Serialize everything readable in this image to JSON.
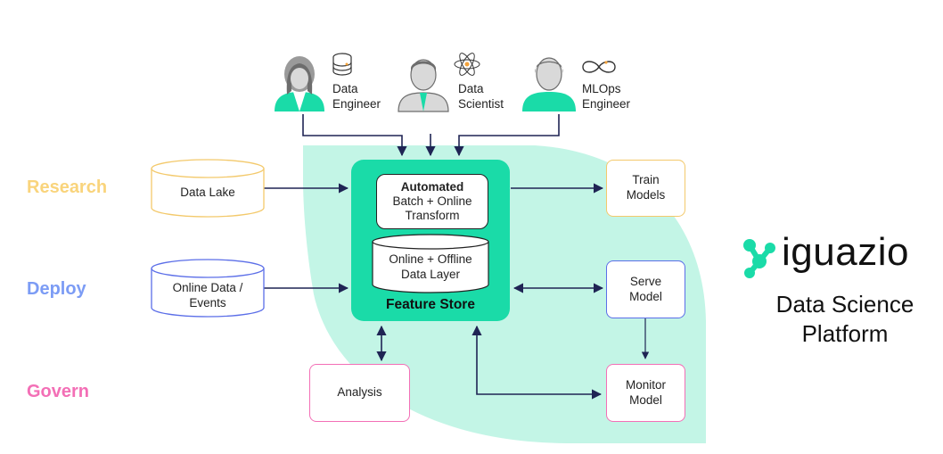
{
  "stages": {
    "research": {
      "label": "Research",
      "color": "#f9d47c"
    },
    "deploy": {
      "label": "Deploy",
      "color": "#7c9cf5"
    },
    "govern": {
      "label": "Govern",
      "color": "#f36fb6"
    }
  },
  "personas": [
    {
      "line1": "Data",
      "line2": "Engineer",
      "icon": "database-icon"
    },
    {
      "line1": "Data",
      "line2": "Scientist",
      "icon": "atom-icon"
    },
    {
      "line1": "MLOps",
      "line2": "Engineer",
      "icon": "infinity-loop-icon"
    }
  ],
  "sources": {
    "data_lake": "Data Lake",
    "online_events": "Online Data / Events"
  },
  "feature_store": {
    "title": "Feature Store",
    "transform_bold": "Automated",
    "transform_line2": "Batch + Online",
    "transform_line3": "Transform",
    "data_layer": "Online + Offline Data Layer"
  },
  "outputs": {
    "train": "Train Models",
    "serve": "Serve Model",
    "monitor": "Monitor Model",
    "analysis": "Analysis"
  },
  "brand": {
    "name": "iguazio",
    "tagline": "Data Science Platform",
    "accent": "#1adba8",
    "arrow_color": "#1f2454",
    "background_shape_color": "#c3f5e6"
  }
}
